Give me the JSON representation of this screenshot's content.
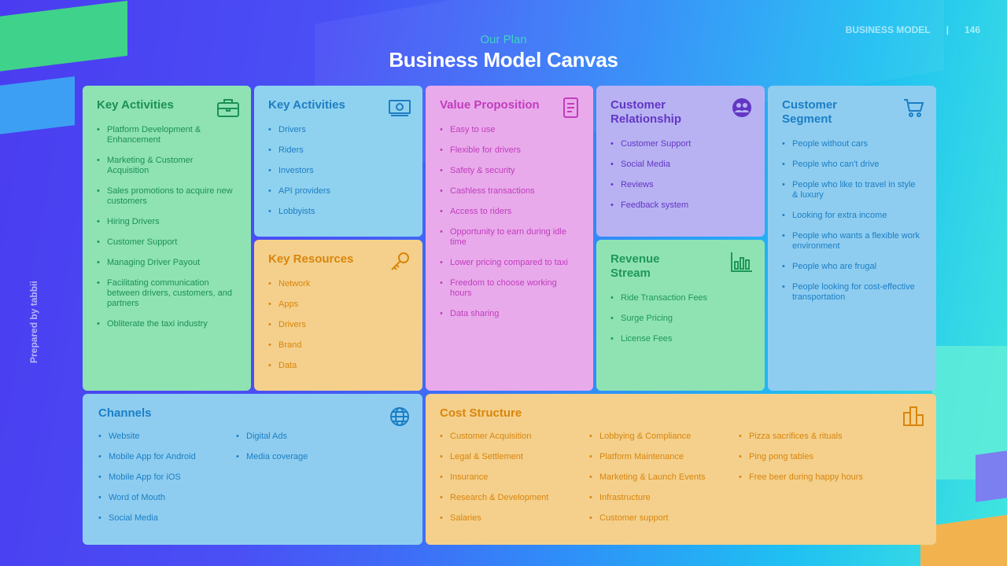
{
  "header": {
    "subtitle": "Our Plan",
    "title": "Business Model Canvas",
    "section": "BUSINESS MODEL",
    "separator": "|",
    "page_number": "146"
  },
  "side_label": "Prepared by tabbii",
  "colors": {
    "green": "#8fe3b3",
    "blue": "#8fd2ef",
    "pink": "#e9aaeb",
    "lavender": "#b8b2f3",
    "orange": "#f4d08c"
  },
  "cards": {
    "key_activities_1": {
      "title": "Key Activities",
      "icon": "briefcase-icon",
      "items": [
        "Platform Development & Enhancement",
        "Marketing & Customer Acquisition",
        "Sales promotions to acquire new customers",
        "Hiring Drivers",
        "Customer Support",
        "Managing Driver Payout",
        "Facilitating communication between drivers, customers, and partners",
        "Obliterate the taxi industry"
      ]
    },
    "key_activities_2": {
      "title": "Key Activities",
      "icon": "money-icon",
      "items": [
        "Drivers",
        "Riders",
        "Investors",
        "API providers",
        "Lobbyists"
      ]
    },
    "key_resources": {
      "title": "Key Resources",
      "icon": "key-icon",
      "items": [
        "Network",
        "Apps",
        "Drivers",
        "Brand",
        "Data"
      ]
    },
    "value_proposition": {
      "title": "Value Proposition",
      "icon": "document-icon",
      "items": [
        "Easy to use",
        "Flexible for drivers",
        "Safety & security",
        "Cashless transactions",
        "Access to riders",
        "Opportunity to earn during idle time",
        "Lower pricing compared to taxi",
        "Freedom to choose working hours",
        "Data sharing"
      ]
    },
    "customer_relationship": {
      "title_line1": "Customer",
      "title_line2": "Relationship",
      "icon": "users-icon",
      "items": [
        "Customer Support",
        "Social Media",
        "Reviews",
        "Feedback system"
      ]
    },
    "revenue_stream": {
      "title_line1": "Revenue",
      "title_line2": "Stream",
      "icon": "bar-chart-icon",
      "items": [
        "Ride Transaction Fees",
        "Surge Pricing",
        "License Fees"
      ]
    },
    "customer_segment": {
      "title_line1": "Customer",
      "title_line2": "Segment",
      "icon": "cart-icon",
      "items": [
        "People without cars",
        "People who can't drive",
        "People who like to travel in style & luxury",
        "Looking for extra income",
        "People who wants a flexible work environment",
        "People who are frugal",
        "People looking for cost-effective transportation"
      ]
    },
    "channels": {
      "title": "Channels",
      "icon": "globe-icon",
      "col1": [
        "Website",
        "Mobile App for Android",
        "Mobile App for iOS",
        "Word of Mouth",
        "Social Media"
      ],
      "col2": [
        "Digital Ads",
        "Media coverage"
      ]
    },
    "cost_structure": {
      "title": "Cost Structure",
      "icon": "building-icon",
      "col1": [
        "Customer Acquisition",
        "Legal & Settlement",
        "Insurance",
        "Research & Development",
        "Salaries"
      ],
      "col2": [
        "Lobbying & Compliance",
        "Platform Maintenance",
        "Marketing & Launch Events",
        "Infrastructure",
        "Customer support"
      ],
      "col3": [
        "Pizza sacrifices & rituals",
        "Ping pong tables",
        "Free beer during happy hours"
      ]
    }
  }
}
